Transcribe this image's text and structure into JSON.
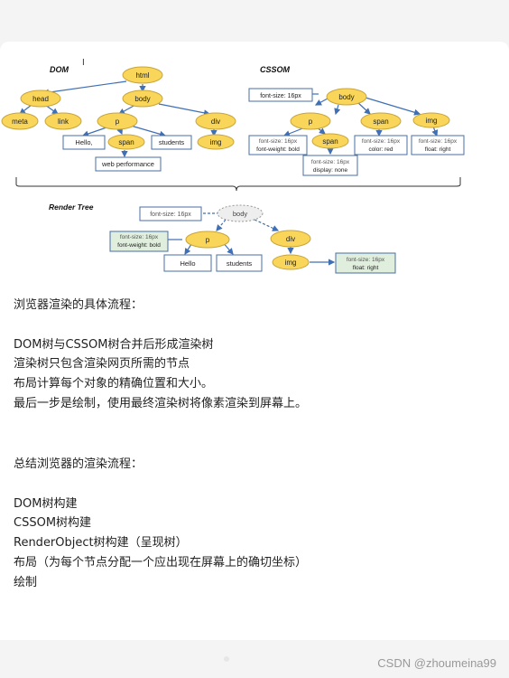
{
  "diagram": {
    "dom_label": "DOM",
    "cssom_label": "CSSOM",
    "render_tree_label": "Render Tree",
    "nodes": {
      "html": "html",
      "head": "head",
      "body": "body",
      "meta": "meta",
      "link": "link",
      "p": "p",
      "div": "div",
      "hello": "Hello,",
      "span": "span",
      "students": "students",
      "img": "img",
      "webperf": "web performance",
      "c_fontsize": "font-size: 16px",
      "c_body": "body",
      "c_p": "p",
      "c_span": "span",
      "c_img": "img",
      "c_p_fs": "font-size: 16px",
      "c_p_fw": "font-weight: bold",
      "c_span_fs": "font-size: 16px",
      "c_span_color": "color: red",
      "c_img_fs": "font-size: 16px",
      "c_img_float": "float: right",
      "c_span2": "span",
      "c_span2_fs": "font-size: 16px",
      "c_span2_disp": "display: none",
      "r_body": "body",
      "r_fs": "font-size: 16px",
      "r_p": "p",
      "r_p_fs": "font-size: 16px",
      "r_p_fw": "font-weight: bold",
      "r_div": "div",
      "r_hello": "Hello",
      "r_students": "students",
      "r_img": "img",
      "r_img_fs": "font-size: 16px",
      "r_img_float": "float: right"
    }
  },
  "content": {
    "heading1": "浏览器渲染的具体流程：",
    "steps1": [
      "DOM树与CSSOM树合并后形成渲染树",
      "渲染树只包含渲染网页所需的节点",
      "布局计算每个对象的精确位置和大小。",
      "最后一步是绘制，使用最终渲染树将像素渲染到屏幕上。"
    ],
    "heading2": "总结浏览器的渲染流程：",
    "steps2": [
      "DOM树构建",
      "CSSOM树构建",
      "RenderObject树构建（呈现树）",
      "布局（为每个节点分配一个应出现在屏幕上的确切坐标）",
      "绘制"
    ]
  },
  "watermark": "CSDN @zhoumeina99",
  "colors": {
    "node_fill": "#f9d65a",
    "node_stroke": "#c9a53a",
    "arrow": "#3f6fb5",
    "box_stroke": "#4a6fa5",
    "green_box": "#dfeedd"
  }
}
